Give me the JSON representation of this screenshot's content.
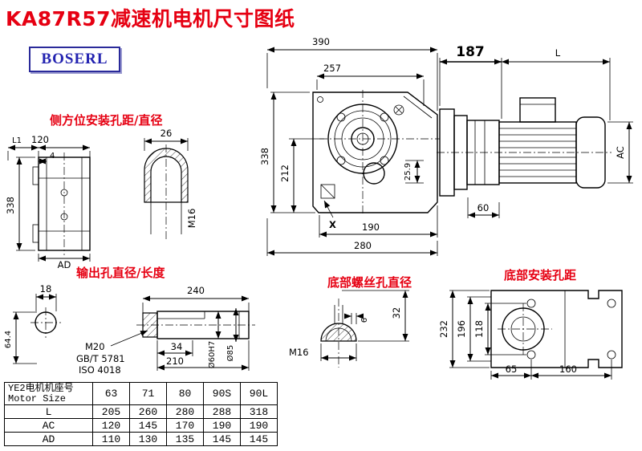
{
  "page": {
    "title": "KA87R57减速机电机尺寸图纸",
    "logo": "BOSERL"
  },
  "labels": {
    "side_mount": "侧方位安装孔距/直径",
    "output": "输出孔直径/长度",
    "bottom_screw": "底部螺丝孔直径",
    "bottom_mount": "底部安装孔距"
  },
  "main_view": {
    "d390": "390",
    "d257": "257",
    "d187": "187",
    "dL": "L",
    "d338": "338",
    "d212": "212",
    "dAC": "AC",
    "d25_9": "25.9",
    "d60": "60",
    "dX": "X",
    "d190": "190",
    "d280": "280"
  },
  "side_view": {
    "dL1": "L1",
    "d120": "120",
    "d4": "4",
    "d338": "338",
    "dAD": "AD"
  },
  "side_hole": {
    "d26": "26",
    "dM16": "M16"
  },
  "output_view": {
    "d18": "18",
    "d64_4": "64.4",
    "d240": "240",
    "thread": "M20",
    "std1": "GB/T 5781",
    "std2": "ISO 4018",
    "d34": "34",
    "d210": "210",
    "d60h7": "Ø60H7",
    "d85": "Ø85"
  },
  "bottom_screw_view": {
    "d32": "32",
    "d6": "6",
    "dM16": "M16"
  },
  "bottom_mount_view": {
    "d232": "232",
    "d196": "196",
    "d118": "118",
    "d65": "65",
    "d160": "160"
  },
  "table": {
    "header_cn": "YE2电机机座号",
    "header_en": "Motor Size",
    "sizes": [
      "63",
      "71",
      "80",
      "90S",
      "90L"
    ],
    "rows": [
      {
        "label": "L",
        "values": [
          "205",
          "260",
          "280",
          "288",
          "318"
        ]
      },
      {
        "label": "AC",
        "values": [
          "120",
          "145",
          "170",
          "190",
          "190"
        ]
      },
      {
        "label": "AD",
        "values": [
          "110",
          "130",
          "135",
          "145",
          "145"
        ]
      }
    ]
  },
  "colors": {
    "title_red": "#e60012",
    "logo_blue": "#2222b0",
    "line_black": "#000000"
  }
}
